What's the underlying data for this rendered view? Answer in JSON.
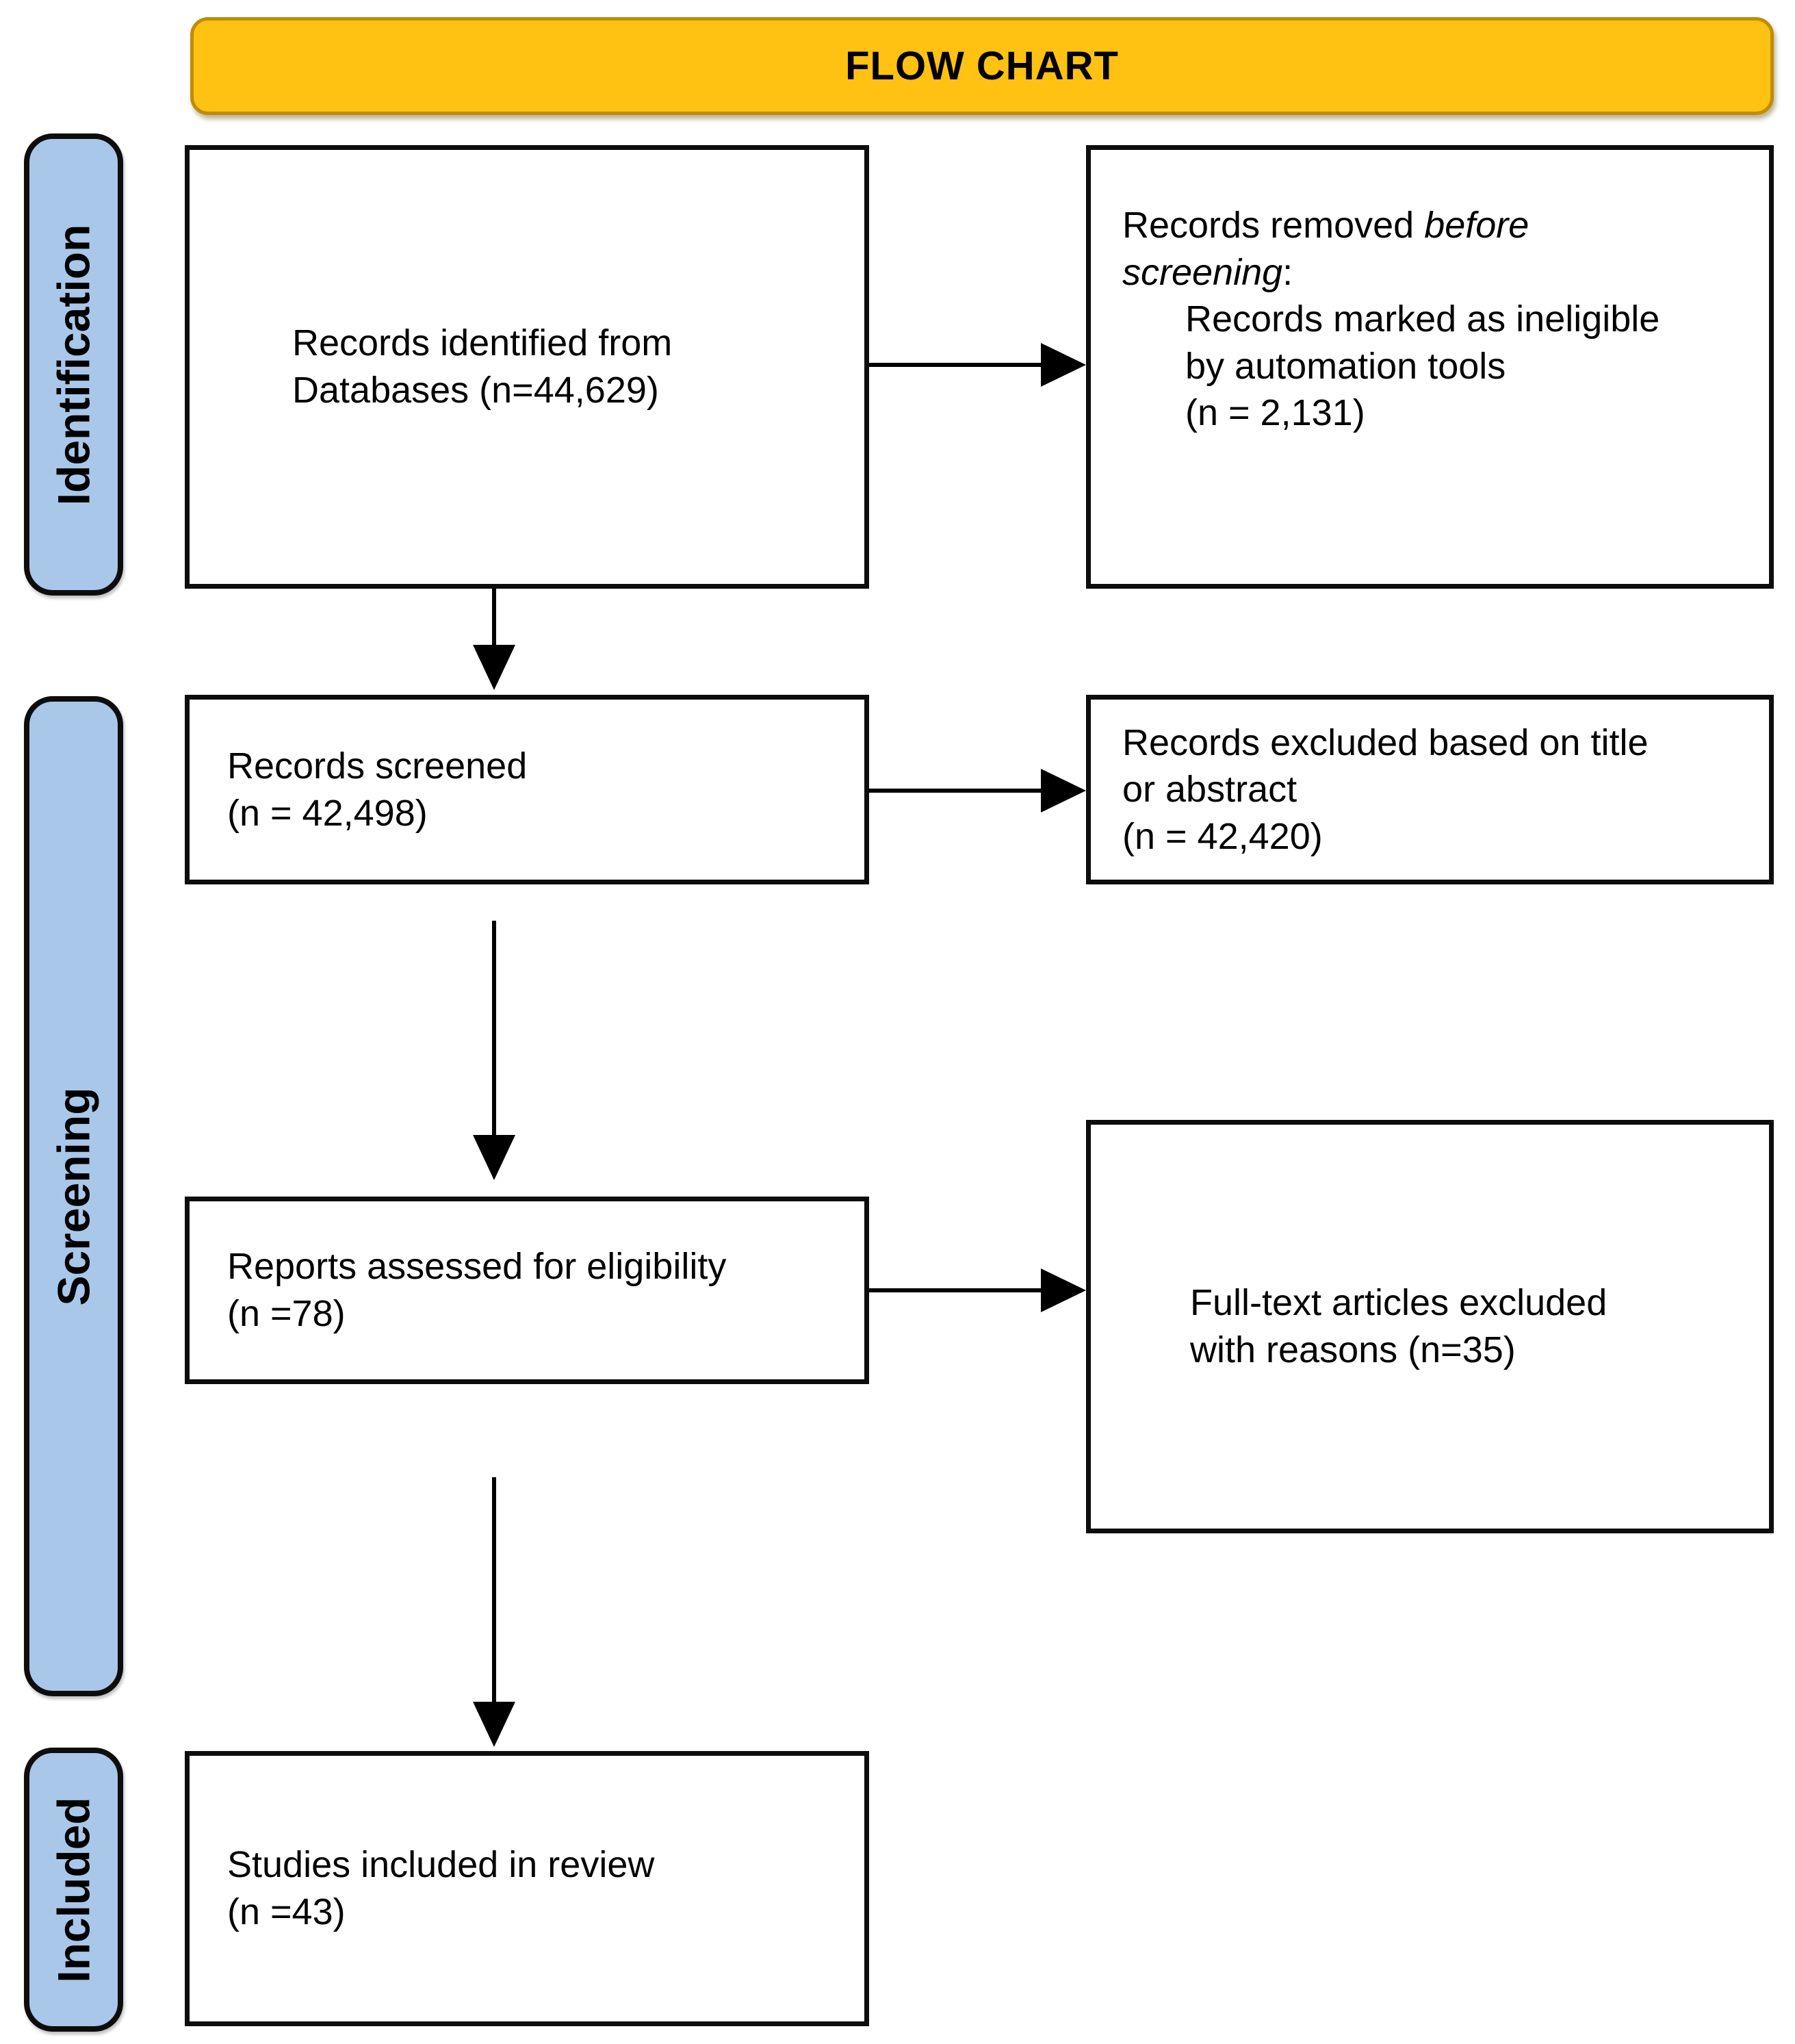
{
  "title": "FLOW CHART",
  "colors": {
    "banner_bg": "#FFC112",
    "banner_border": "#BE8D05",
    "stage_bg": "#A9C7E9",
    "box_border": "#0d0d0d",
    "arrow": "#000000"
  },
  "stages": [
    {
      "label": "Identification"
    },
    {
      "label": "Screening"
    },
    {
      "label": "Included"
    }
  ],
  "boxes": {
    "identified": {
      "lines": [
        "Records identified from",
        "Databases (n=44,629)"
      ]
    },
    "removed": {
      "line1_prefix": "Records removed ",
      "line1_italic": "before",
      "line2_italic": "screening",
      "line2_suffix": ":",
      "sub_lines": [
        "Records marked as ineligible",
        "by automation tools",
        "(n = 2,131)"
      ]
    },
    "screened": {
      "lines": [
        "Records screened",
        "(n = 42,498)"
      ]
    },
    "excluded_title": {
      "lines": [
        "Records excluded based on title",
        "or abstract",
        "(n = 42,420)"
      ]
    },
    "assessed": {
      "lines": [
        "Reports assessed for eligibility",
        "(n =78)"
      ]
    },
    "fulltext_excluded": {
      "lines": [
        "Full-text articles excluded",
        "with reasons (n=35)"
      ]
    },
    "included_studies": {
      "lines": [
        "Studies included in review",
        "(n =43)"
      ]
    }
  }
}
